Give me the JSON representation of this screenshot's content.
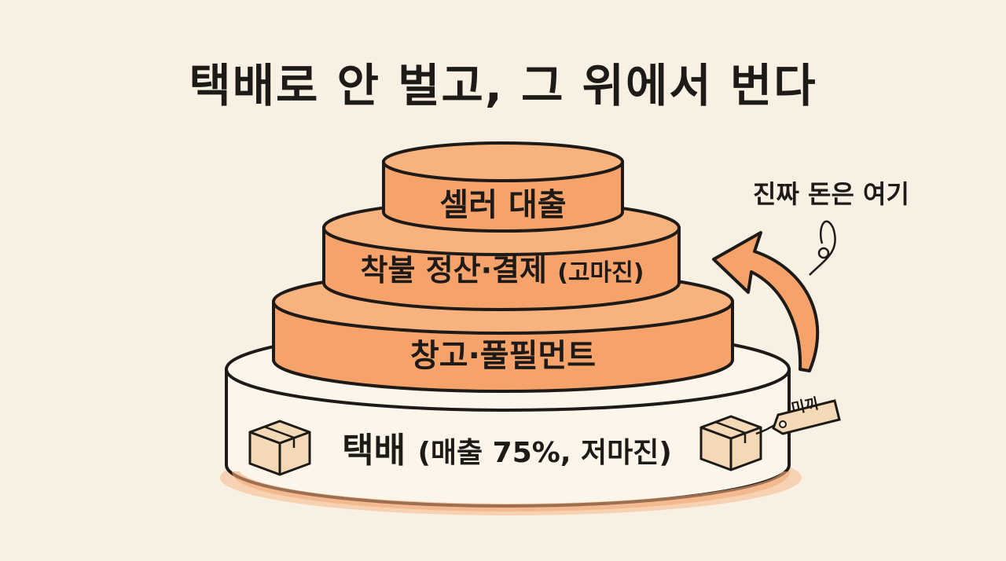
{
  "title": "택배로 안 벌고, 그 위에서 번다",
  "tiers": [
    {
      "label": "셀러 대출",
      "suffix": ""
    },
    {
      "label": "착불 정산·결제",
      "suffix": "(고마진)"
    },
    {
      "label": "창고·풀필먼트",
      "suffix": ""
    },
    {
      "label": "택배",
      "suffix": "(매출 75%, 저마진)"
    }
  ],
  "callout": "진짜 돈은 여기",
  "tag": "미끼",
  "colors": {
    "background": "#f8f0e3",
    "tier_fill": "#f5a36b",
    "tier_top": "#f7b27e",
    "base_fill": "#fbf5ea",
    "base_shadow": "#f5b98a",
    "ink": "#1d1a17"
  },
  "icons": [
    "box-icon",
    "box-icon",
    "curved-arrow-icon",
    "price-tag-icon"
  ]
}
